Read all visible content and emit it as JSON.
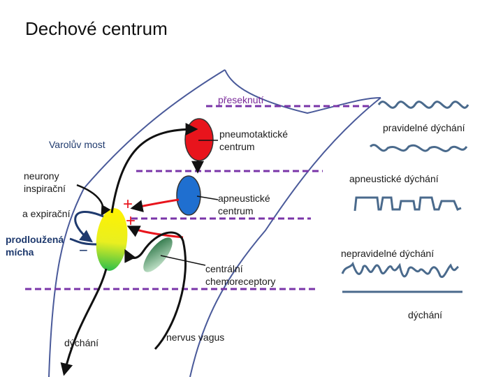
{
  "title": "Dechové centrum",
  "labels": {
    "preseknuti": "přeseknutí",
    "varoluv_most": "Varolův most",
    "pneumotakticke": "pneumotaktické\ncentrum",
    "neurony": "neurony\ninspirační",
    "a_expiracni": "a expirační",
    "prodlouzena": "prodloužená\nmícha",
    "apneusticke_centrum": "apneustické\ncentrum",
    "centralni": "centrální\nchemoreceptory",
    "dychani_left": "dýchání",
    "nervus_vagus": "nervus vagus"
  },
  "signs": {
    "plus": "+",
    "minus": "−"
  },
  "patterns": {
    "pravidelne": "pravidelné dýchání",
    "apneusticke": "apneustické dýchání",
    "nepravidelne": "nepravidelné dýchání",
    "dychani": "dýchání"
  },
  "colors": {
    "red": "#e8141c",
    "blue": "#1f6fd0",
    "dash": "#7a35a8",
    "outline": "#4a5a9a",
    "wave": "#4a6a8c",
    "navy": "#1f3a6e",
    "green_dark": "#1e6b3a",
    "green_light": "#b8e6c0"
  }
}
